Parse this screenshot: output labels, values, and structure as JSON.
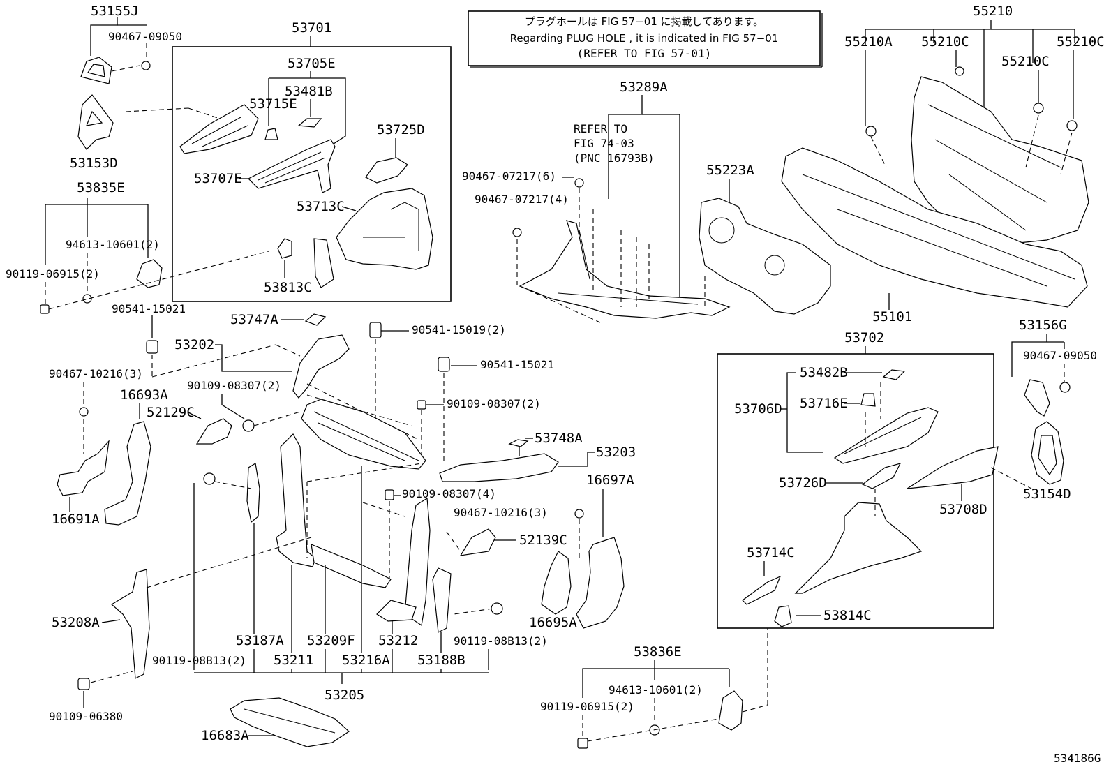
{
  "note": {
    "line1": "プラグホールは FIG 57−01 に掲載してあります。",
    "line2": "Regarding  PLUG  HOLE , it is indicated in FIG  57−01",
    "line3": "(REFER TO FIG 57-01)"
  },
  "refer": {
    "line1": "REFER TO",
    "line2": "FIG 74-03",
    "line3": "(PNC 16793B)"
  },
  "figure_id": "534186G",
  "labels": {
    "p53155J": "53155J",
    "p90467_09050a": "90467-09050",
    "p53153D": "53153D",
    "p53835E": "53835E",
    "p94613_10601a": "94613-10601(2)",
    "p90119_06915a": "90119-06915(2)",
    "p53701": "53701",
    "p53705E": "53705E",
    "p53481B": "53481B",
    "p53715E": "53715E",
    "p53707E": "53707E",
    "p53725D": "53725D",
    "p53713C": "53713C",
    "p53813C": "53813C",
    "p53289A": "53289A",
    "p90467_07217_6": "90467-07217(6)",
    "p90467_07217_4": "90467-07217(4)",
    "p55223A": "55223A",
    "p55210": "55210",
    "p55210A": "55210A",
    "p55210C_a": "55210C",
    "p55210C_b": "55210C",
    "p55210C_c": "55210C",
    "p55101": "55101",
    "p53702": "53702",
    "p53156G": "53156G",
    "p90467_09050b": "90467-09050",
    "p53154D": "53154D",
    "p53482B": "53482B",
    "p53706D": "53706D",
    "p53716E": "53716E",
    "p53726D": "53726D",
    "p53708D": "53708D",
    "p53714C": "53714C",
    "p53814C": "53814C",
    "p90541_15021a": "90541-15021",
    "p53747A": "53747A",
    "p53202": "53202",
    "p90467_10216a": "90467-10216(3)",
    "p16693A": "16693A",
    "p52129C": "52129C",
    "p90109_08307a": "90109-08307(2)",
    "p16691A": "16691A",
    "p90541_15019": "90541-15019(2)",
    "p90541_15021b": "90541-15021",
    "p90109_08307b": "90109-08307(2)",
    "p53748A": "53748A",
    "p53203": "53203",
    "p16697A": "16697A",
    "p90109_08307c": "90109-08307(4)",
    "p90467_10216b": "90467-10216(3)",
    "p52139C": "52139C",
    "p16695A": "16695A",
    "p90119_08B13a": "90119-08B13(2)",
    "p53208A": "53208A",
    "p53187A": "53187A",
    "p53209F": "53209F",
    "p53212": "53212",
    "p90119_08B13b": "90119-08B13(2)",
    "p53211": "53211",
    "p53216A": "53216A",
    "p53188B": "53188B",
    "p53205": "53205",
    "p90109_06380": "90109-06380",
    "p16683A": "16683A",
    "p53836E": "53836E",
    "p94613_10601b": "94613-10601(2)",
    "p90119_06915b": "90119-06915(2)"
  }
}
